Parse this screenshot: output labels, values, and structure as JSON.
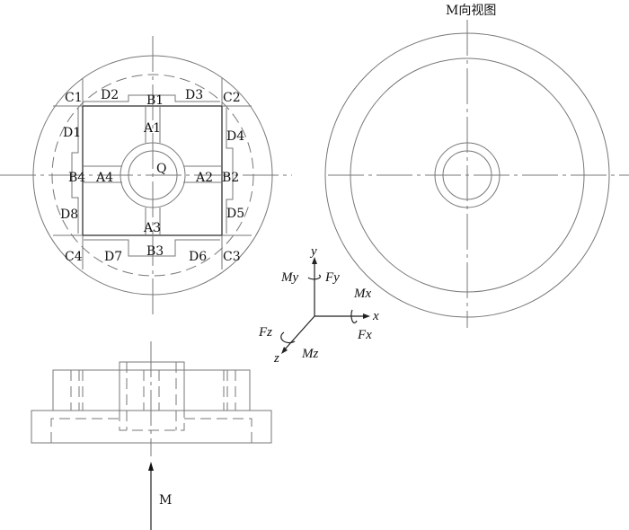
{
  "title": "M向视图",
  "labels": {
    "A1": "A1",
    "A2": "A2",
    "A3": "A3",
    "A4": "A4",
    "B1": "B1",
    "B2": "B2",
    "B3": "B3",
    "B4": "B4",
    "C1": "C1",
    "C2": "C2",
    "C3": "C3",
    "C4": "C4",
    "D1": "D1",
    "D2": "D2",
    "D3": "D3",
    "D4": "D4",
    "D5": "D5",
    "D6": "D6",
    "D7": "D7",
    "D8": "D8",
    "Q": "Q"
  },
  "axes": {
    "x": "x",
    "y": "y",
    "z": "z",
    "Fx": "Fx",
    "Fy": "Fy",
    "Fz": "Fz",
    "Mx": "Mx",
    "My": "My",
    "Mz": "Mz"
  },
  "view_arrow": "M"
}
